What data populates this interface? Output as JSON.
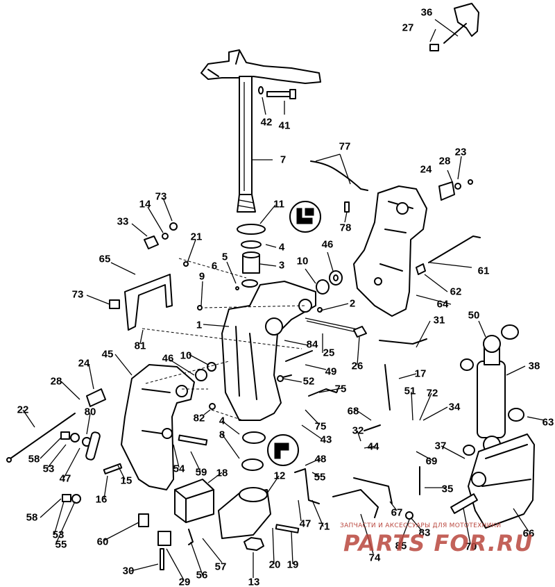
{
  "diagram": {
    "callouts": [
      "36",
      "27",
      "42",
      "41",
      "7",
      "77",
      "28",
      "23",
      "24",
      "73",
      "14",
      "11",
      "78",
      "33",
      "21",
      "4",
      "46",
      "5",
      "3",
      "65",
      "6",
      "10",
      "9",
      "61",
      "62",
      "73",
      "2",
      "64",
      "1",
      "31",
      "50",
      "84",
      "25",
      "26",
      "38",
      "81",
      "45",
      "46",
      "10",
      "49",
      "24",
      "52",
      "17",
      "75",
      "28",
      "82",
      "51",
      "72",
      "34",
      "75",
      "22",
      "80",
      "68",
      "32",
      "43",
      "4",
      "8",
      "44",
      "63",
      "58",
      "54",
      "59",
      "12",
      "18",
      "48",
      "37",
      "53",
      "69",
      "15",
      "55",
      "47",
      "16",
      "71",
      "35",
      "47",
      "67",
      "58",
      "60",
      "83",
      "53",
      "55",
      "57",
      "56",
      "30",
      "29",
      "13",
      "20",
      "19",
      "74",
      "85",
      "70",
      "66"
    ]
  },
  "watermark": {
    "line1": "ЗАПЧАСТИ И АКСЕССУАРЫ ДЛЯ МОТОТЕХНИКИ",
    "line2": "PARTS FOR.RU",
    "color": "#b9473e"
  }
}
